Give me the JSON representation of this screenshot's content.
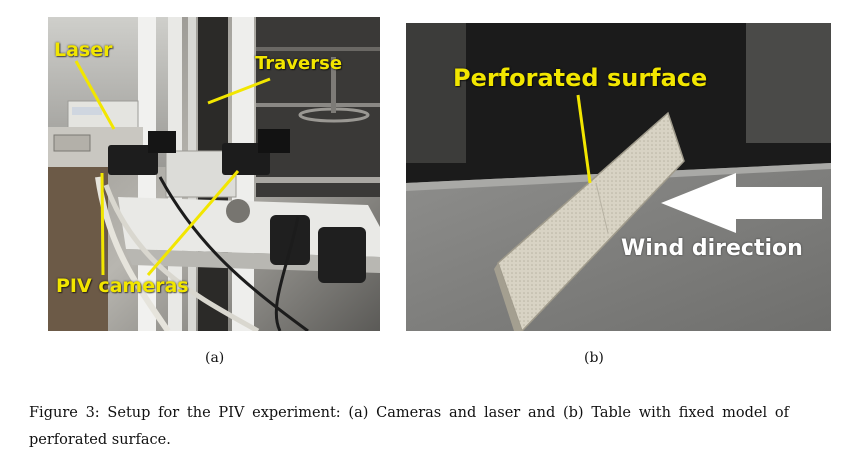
{
  "panel_a": {
    "labels": {
      "laser": "Laser",
      "traverse": "Traverse",
      "piv_cameras": "PIV cameras"
    },
    "subcaption": "(a)"
  },
  "panel_b": {
    "labels": {
      "perforated_surface": "Perforated surface",
      "wind_direction": "Wind direction"
    },
    "subcaption": "(b)"
  },
  "caption": "Figure 3: Setup for the PIV experiment: (a) Cameras and laser and (b) Table with fixed model of perforated surface.",
  "colors": {
    "annotation_yellow": "#f2e600",
    "annotation_white": "#ffffff",
    "wind_arrow": "#ffffff"
  }
}
